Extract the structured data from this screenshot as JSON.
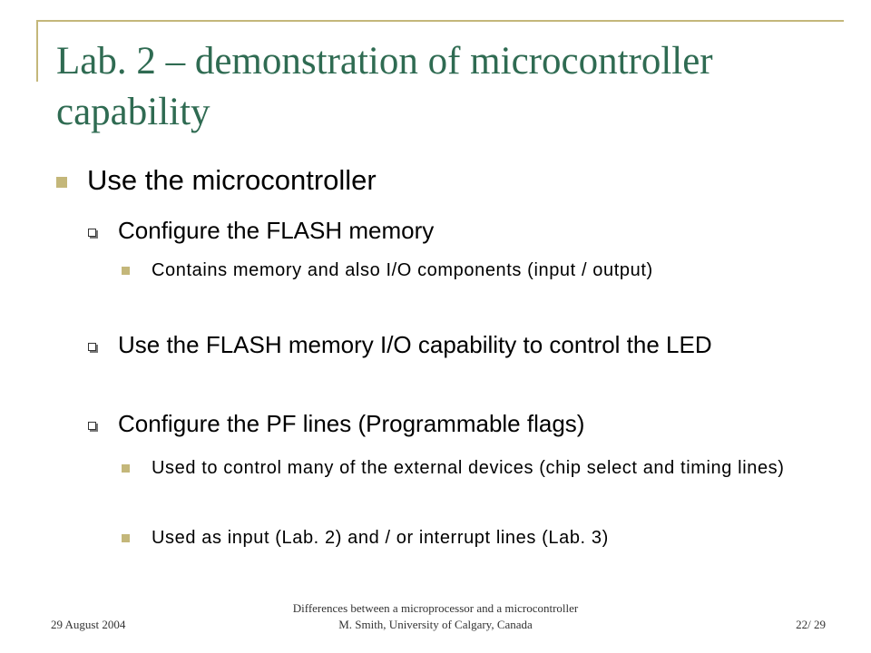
{
  "slide": {
    "title": "Lab. 2 – demonstration of microcontroller capability",
    "bullets": [
      {
        "text": "Use the microcontroller",
        "sub": [
          {
            "text": "Configure the FLASH memory",
            "sub": [
              "Contains memory and also I/O components (input / output)"
            ]
          },
          {
            "text": "Use the FLASH memory I/O capability to control the LED",
            "sub": []
          },
          {
            "text": "Configure the PF lines (Programmable flags)",
            "sub": [
              "Used to control many of the external devices (chip select and timing lines)",
              "Used as input (Lab. 2)  and / or interrupt lines (Lab. 3)"
            ]
          }
        ]
      }
    ]
  },
  "footer": {
    "date": "29 August 2004",
    "center_line1": "Differences between a microprocessor and a microcontroller",
    "center_line2": "M. Smith, University of Calgary, Canada",
    "page": "22/ 29"
  },
  "colors": {
    "accent": "#c4b77a",
    "title": "#2f6b52"
  }
}
